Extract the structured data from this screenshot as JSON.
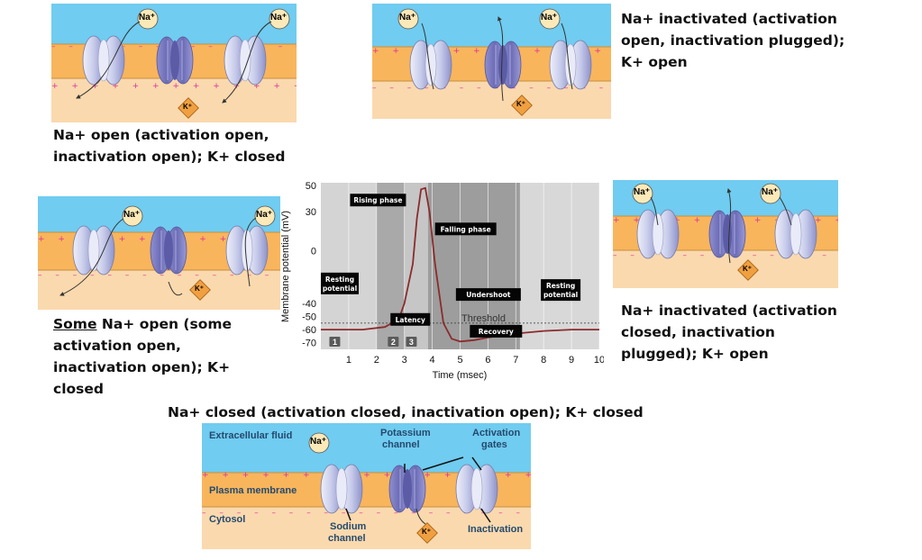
{
  "captions": {
    "p1": "Na+ open (activation open, inactivation open); K+ closed",
    "p2": "Na+ inactivated (activation open, inactivation plugged); K+ open",
    "p3_underlined": "Some",
    "p3_rest": " Na+ open (some activation open, inactivation open); K+ closed",
    "p4": "Na+ inactivated (activation closed, inactivation plugged); K+ open",
    "p5": "Na+ closed (activation closed, inactivation open); K+ closed"
  },
  "ions": {
    "na": "Na⁺",
    "k": "K⁺"
  },
  "legend": {
    "extracellular": "Extracellular fluid",
    "membrane": "Plasma membrane",
    "cytosol": "Cytosol",
    "potassium_line1": "Potassium",
    "potassium_line2": "channel",
    "activation_line1": "Activation",
    "activation_line2": "gates",
    "sodium_line1": "Sodium",
    "sodium_line2": "channel",
    "inactivation": "Inactivation"
  },
  "chart_data": {
    "type": "line",
    "xlabel": "Time (msec)",
    "ylabel": "Membrane potential (mV)",
    "xlim": [
      0,
      10
    ],
    "ylim": [
      -75,
      52
    ],
    "x_ticks": [
      1,
      2,
      3,
      4,
      5,
      6,
      7,
      8,
      9,
      10
    ],
    "y_ticks": [
      50,
      30,
      0,
      -40,
      -50,
      -60,
      -70
    ],
    "threshold": {
      "label": "Threshold",
      "value": -55
    },
    "series": [
      {
        "x": [
          0,
          1.5,
          2.3,
          2.8,
          3.0,
          3.3,
          3.45,
          3.6,
          3.75,
          3.9,
          4.1,
          4.4,
          4.7,
          5.0,
          5.5,
          6.0,
          7.0,
          8.0,
          9.0,
          10.0
        ],
        "y": [
          -60,
          -60,
          -58,
          -52,
          -40,
          -10,
          25,
          47,
          48,
          30,
          -10,
          -55,
          -67,
          -69,
          -68,
          -66,
          -63,
          -61,
          -60,
          -60
        ]
      }
    ],
    "stages": [
      "1",
      "2",
      "3"
    ],
    "phase_labels": {
      "rising": "Rising phase",
      "falling": "Falling phase",
      "resting_left_1": "Resting",
      "resting_left_2": "potential",
      "undershoot": "Undershoot",
      "resting_right_1": "Resting",
      "resting_right_2": "potential",
      "latency": "Latency",
      "recovery": "Recovery"
    }
  }
}
